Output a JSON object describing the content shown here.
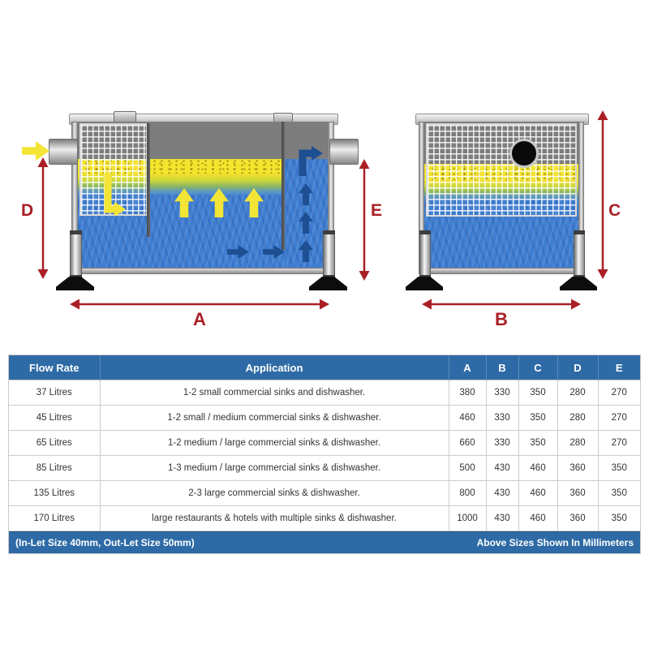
{
  "diagram": {
    "dimension_labels": {
      "A": "A",
      "B": "B",
      "C": "C",
      "D": "D",
      "E": "E"
    },
    "views": {
      "side_view": "grease trap side section with inlet, strainer basket, baffles and outlet",
      "end_view": "grease trap end view with vent hole"
    }
  },
  "colors": {
    "header_blue": "#2e6ba6",
    "dimension_red": "#aa1f26",
    "grease_yellow": "#f2e536",
    "water_blue": "#3f7ed1",
    "flow_arrow_navy": "#1d4f92",
    "tank_gray": "#b5b5b5"
  },
  "table": {
    "headers": [
      "Flow Rate",
      "Application",
      "A",
      "B",
      "C",
      "D",
      "E"
    ],
    "rows": [
      [
        "37 Litres",
        "1-2 small commercial sinks and dishwasher.",
        "380",
        "330",
        "350",
        "280",
        "270"
      ],
      [
        "45 Litres",
        "1-2 small / medium commercial sinks & dishwasher.",
        "460",
        "330",
        "350",
        "280",
        "270"
      ],
      [
        "65 Litres",
        "1-2 medium / large commercial sinks & dishwasher.",
        "660",
        "330",
        "350",
        "280",
        "270"
      ],
      [
        "85 Litres",
        "1-3 medium / large commercial sinks & dishwasher.",
        "500",
        "430",
        "460",
        "360",
        "350"
      ],
      [
        "135 Litres",
        "2-3 large commercial sinks & dishwasher.",
        "800",
        "430",
        "460",
        "360",
        "350"
      ],
      [
        "170 Litres",
        "large restaurants & hotels with multiple sinks & dishwasher.",
        "1000",
        "430",
        "460",
        "360",
        "350"
      ]
    ],
    "footer_left": "(In-Let Size 40mm, Out-Let Size 50mm)",
    "footer_right": "Above Sizes Shown In Millimeters"
  }
}
